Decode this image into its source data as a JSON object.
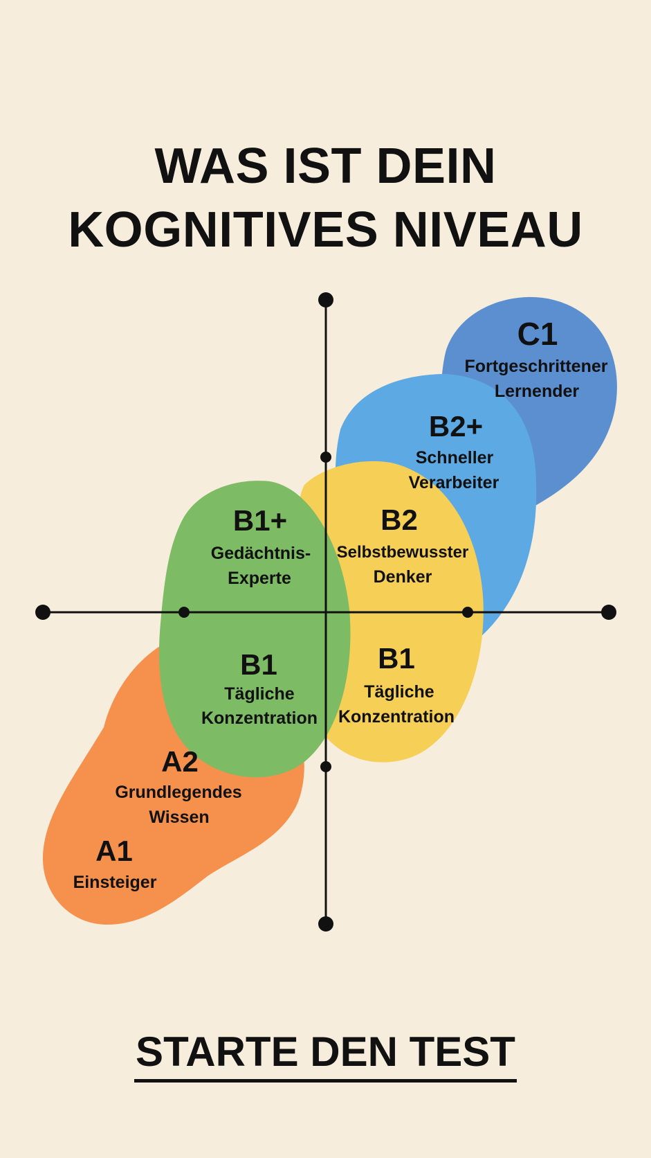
{
  "title": {
    "line1": "WAS IST DEIN",
    "line2": "KOGNITIVES NIVEAU"
  },
  "levels": [
    {
      "id": "c1",
      "code": "C1",
      "label_line1": "Fortgeschrittener",
      "label_line2": "Lernender",
      "color": "#5b8fd0"
    },
    {
      "id": "b2plus",
      "code": "B2+",
      "label_line1": "Schneller",
      "label_line2": "Verarbeiter",
      "color": "#5da9e3"
    },
    {
      "id": "b2",
      "code": "B2",
      "label_line1": "Selbstbewusster",
      "label_line2": "Denker",
      "color": "#f6cf57"
    },
    {
      "id": "b1-right",
      "code": "B1",
      "label_line1": "Tägliche",
      "label_line2": "Konzentration",
      "color": "#f6cf57"
    },
    {
      "id": "b1plus",
      "code": "B1+",
      "label_line1": "Gedächtnis-",
      "label_line2": "Experte",
      "color": "#7dbb64"
    },
    {
      "id": "b1-left",
      "code": "B1",
      "label_line1": "Tägliche",
      "label_line2": "Konzentration",
      "color": "#7dbb64"
    },
    {
      "id": "a2",
      "code": "A2",
      "label_line1": "Grundlegendes",
      "label_line2": "Wissen",
      "color": "#f6914d"
    },
    {
      "id": "a1",
      "code": "A1",
      "label_line1": "Einsteiger",
      "label_line2": "",
      "color": "#f6914d"
    }
  ],
  "cta": {
    "label": "STARTE DEN TEST"
  },
  "colors": {
    "background": "#f6eddd",
    "axis": "#111111",
    "text": "#111111"
  }
}
